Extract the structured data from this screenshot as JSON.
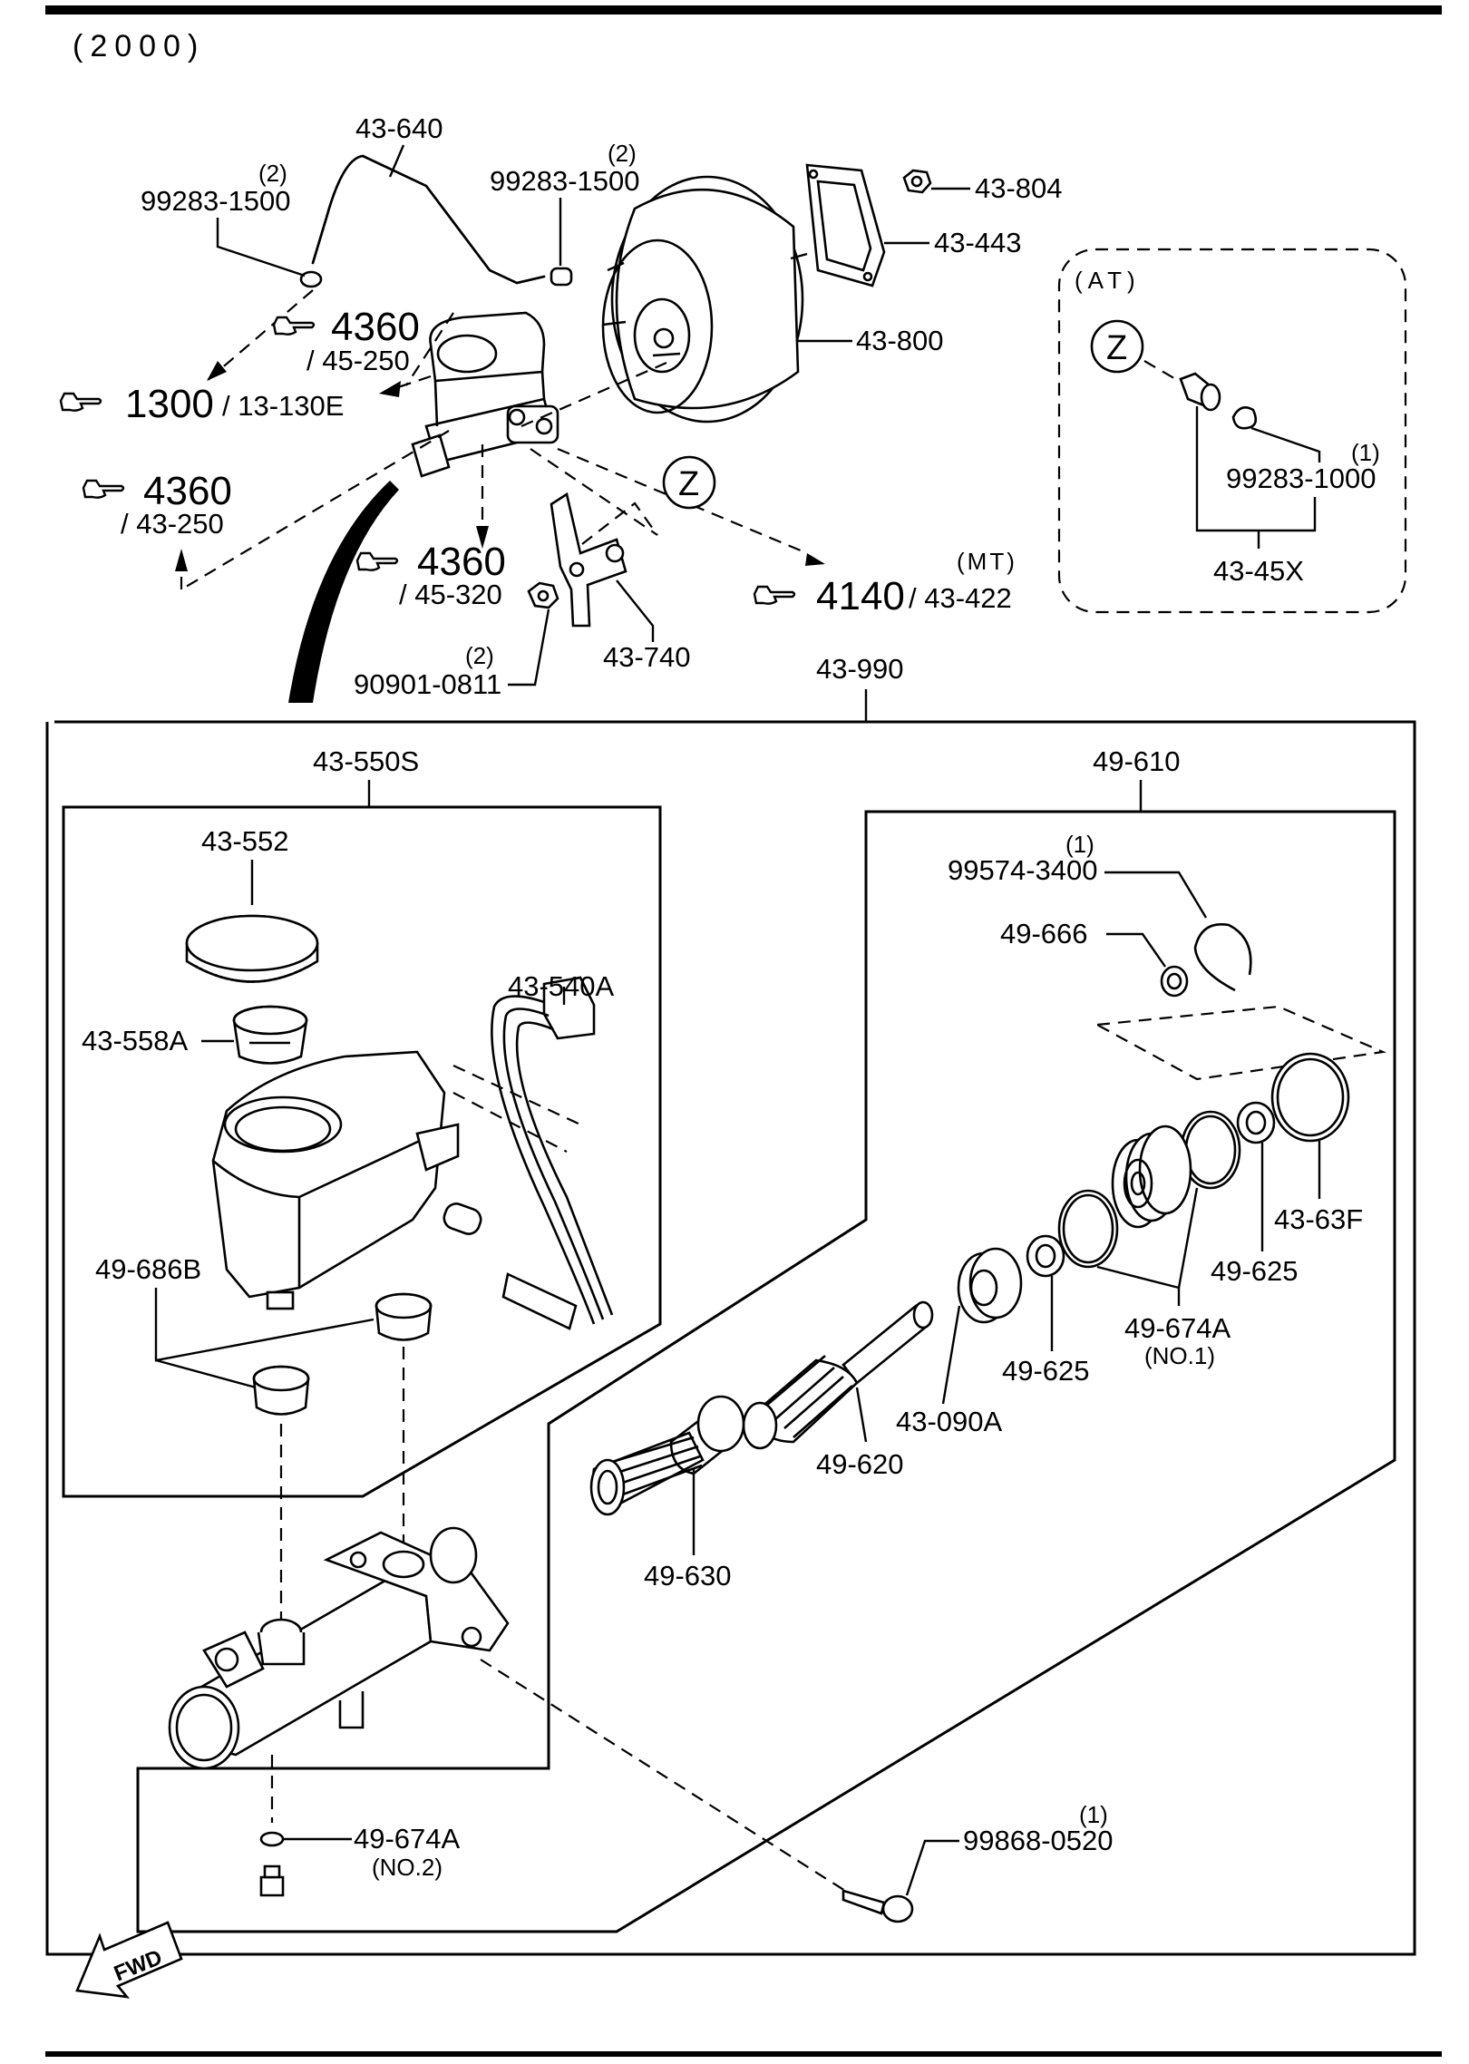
{
  "header": {
    "year": "(2000)"
  },
  "labels": {
    "p43_640": "43-640",
    "q_99283_1500_a": "(2)",
    "p99283_1500_a": "99283-1500",
    "q_99283_1500_b": "(2)",
    "p99283_1500_b": "99283-1500",
    "p43_804": "43-804",
    "p43_443": "43-443",
    "p43_800": "43-800",
    "p43_740": "43-740",
    "q_90901_0811": "(2)",
    "p90901_0811": "90901-0811",
    "at_title": "(AT)",
    "z_symbol_at": "Z",
    "z_symbol_main": "Z",
    "q_99283_1000": "(1)",
    "p99283_1000": "99283-1000",
    "p43_45x": "43-45X",
    "p43_990": "43-990",
    "p43_550s": "43-550S",
    "p43_552": "43-552",
    "p43_540a": "43-540A",
    "p43_558a": "43-558A",
    "p49_686b": "49-686B",
    "p49_610": "49-610",
    "q_99574_3400": "(1)",
    "p99574_3400": "99574-3400",
    "p49_666": "49-666",
    "p43_63f": "43-63F",
    "p49_625_a": "49-625",
    "p49_674a_no1": "49-674A",
    "p49_674a_no1_note": "(NO.1)",
    "p49_625_b": "49-625",
    "p43_090a": "43-090A",
    "p49_620": "49-620",
    "p49_630": "49-630",
    "p49_674a_no2": "49-674A",
    "p49_674a_no2_note": "(NO.2)",
    "q_99868_0520": "(1)",
    "p99868_0520": "99868-0520",
    "fwd": "FWD"
  },
  "references": {
    "r4360_a_main": "4360",
    "r4360_a_sub": "/ 45-250",
    "r1300_main": "1300",
    "r1300_sub": "/ 13-130E",
    "r4360_b_main": "4360",
    "r4360_b_sub": "/ 43-250",
    "r4360_c_main": "4360",
    "r4360_c_sub": "/ 45-320",
    "r4140_note": "(MT)",
    "r4140_main": "4140",
    "r4140_sub": "/ 43-422"
  }
}
